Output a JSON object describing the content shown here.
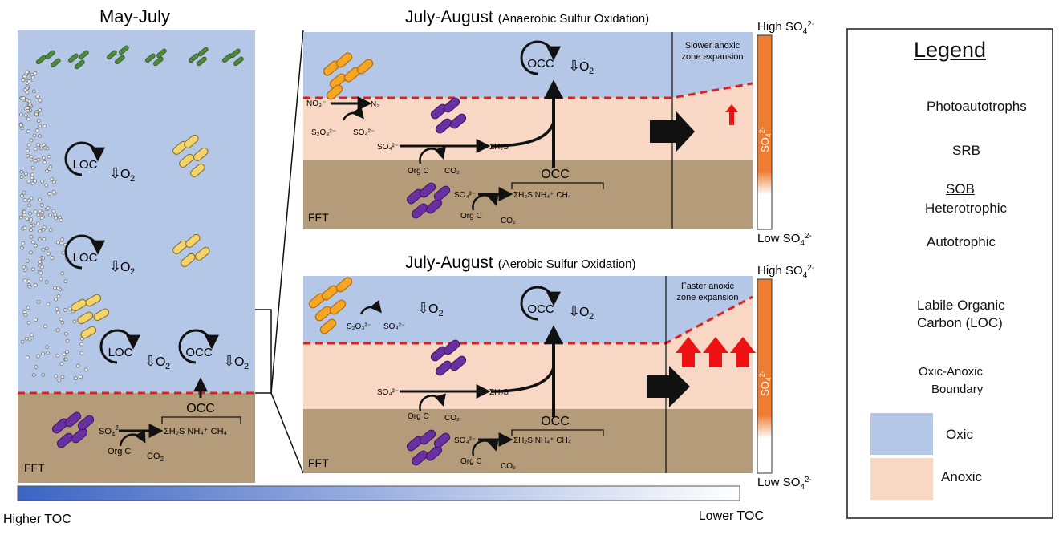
{
  "panels": {
    "may_july": {
      "title": "May-July",
      "loc_label": "LOC",
      "occ_label": "OCC",
      "o2_label": "O",
      "o2_sub": "2",
      "fft_label": "FFT",
      "sed_occ": "OCC",
      "so4": "SO",
      "so4_sub": "4",
      "so4_sup": "2-",
      "org_c": "Org C",
      "co2": "CO",
      "co2_sub": "2",
      "products": "ΣH₂S   NH₄⁺   CH₄"
    },
    "anaerobic": {
      "title_main": "July-August",
      "title_sub": "(Anaerobic Sulfur Oxidation)",
      "occ_label": "OCC",
      "o2_label": "O",
      "o2_sub": "2",
      "no3": "NO₃⁻",
      "n2": "N₂",
      "s2o3": "S₂O₃²⁻",
      "so4_ox": "SO₄²⁻",
      "so4_in": "SO₄²⁻",
      "sh2s": "ΣH₂S",
      "org_c": "Org C",
      "co2": "CO₂",
      "sed_occ": "OCC",
      "sed_so4": "SO₄²⁻",
      "sed_products": "ΣH₂S   NH₄⁺   CH₄",
      "sed_org_c": "Org C",
      "sed_co2": "CO₂",
      "fft_label": "FFT",
      "expansion_line1": "Slower anoxic",
      "expansion_line2": "zone expansion"
    },
    "aerobic": {
      "title_main": "July-August",
      "title_sub": "(Aerobic Sulfur Oxidation)",
      "occ_label": "OCC",
      "o2_label": "O",
      "o2_sub": "2",
      "s2o3": "S₂O₃²⁻",
      "so4_ox": "SO₄²⁻",
      "o2_top": "O",
      "so4_in": "SO₄²⁻",
      "sh2s": "ΣH₂S",
      "org_c": "Org C",
      "co2": "CO₂",
      "sed_occ": "OCC",
      "sed_so4": "SO₄²⁻",
      "sed_products": "ΣH₂S   NH₄⁺   CH₄",
      "sed_org_c": "Org C",
      "sed_co2": "CO₂",
      "fft_label": "FFT",
      "expansion_line1": "Faster anoxic",
      "expansion_line2": "zone expansion"
    }
  },
  "sulfate_bars": [
    {
      "high": "High SO",
      "low": "Low SO",
      "sub": "4",
      "sup": "2-",
      "inner": "SO",
      "inner_sub": "4",
      "inner_sup": "2-"
    },
    {
      "high": "High SO",
      "low": "Low SO",
      "sub": "4",
      "sup": "2-",
      "inner": "SO",
      "inner_sub": "4",
      "inner_sup": "2-"
    }
  ],
  "toc_scale": {
    "left": "Higher TOC",
    "right": "Lower TOC"
  },
  "legend": {
    "title": "Legend",
    "items": {
      "photoautotrophs": "Photoautotrophs",
      "srb": "SRB",
      "sob": "SOB",
      "heterotrophic": "Heterotrophic",
      "autotrophic": "Autotrophic",
      "loc_line1": "Labile Organic",
      "loc_line2": "Carbon (LOC)",
      "boundary_line1": "Oxic-Anoxic",
      "boundary_line2": "Boundary",
      "oxic": "Oxic",
      "anoxic": "Anoxic"
    }
  },
  "colors": {
    "oxic": "#b4c7e7",
    "anoxic": "#f8d8c4",
    "sediment": "#b49b7a",
    "boundary": "#e02020",
    "photoautotroph": "#4f8a3a",
    "srb": "#6a2fa0",
    "heterotrophic": "#f3d36a",
    "autotrophic": "#f5a623",
    "sulfate_orange": "#ee7d31",
    "toc_dark": "#3a64c4",
    "up_arrow": "#ee1111"
  }
}
